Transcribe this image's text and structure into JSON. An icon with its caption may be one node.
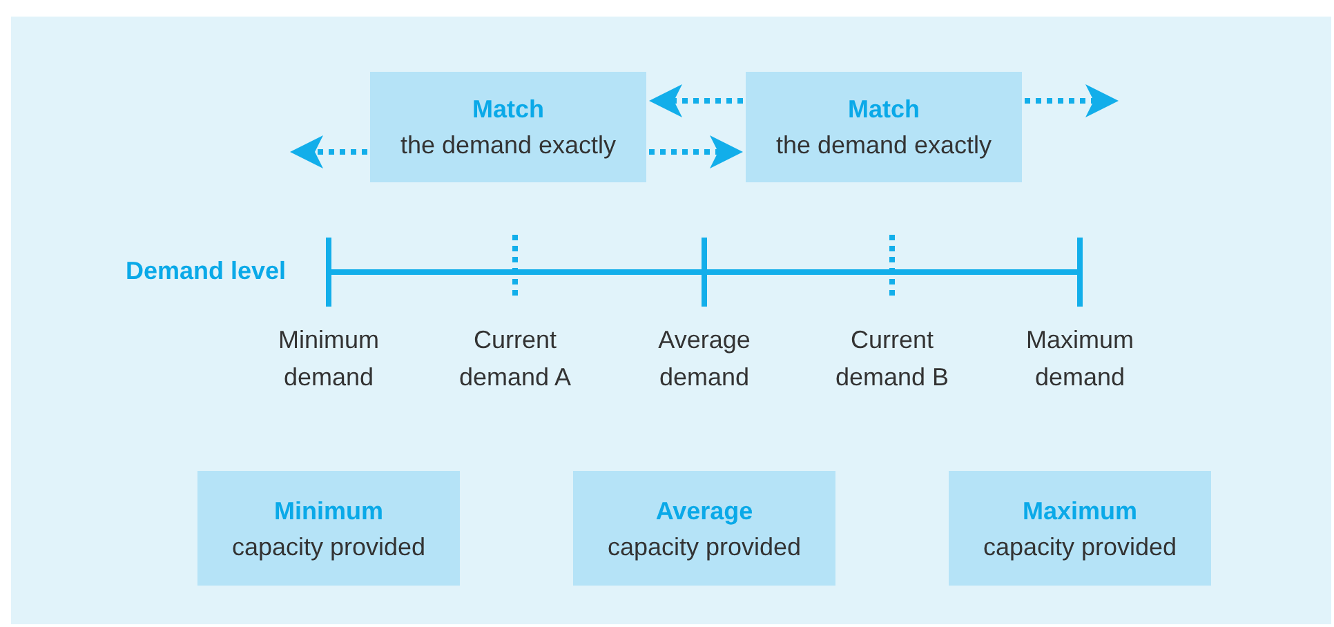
{
  "diagram": {
    "nodes": [
      {
        "text": [
          "Match",
          "the demand exactly"
        ]
      },
      {
        "text": [
          "Match",
          "the demand exactly"
        ]
      },
      {
        "text": [
          "Minimum",
          "capacity provided"
        ]
      },
      {
        "text": [
          "Average",
          "capacity provided"
        ]
      },
      {
        "text": [
          "Maximum",
          "capacity provided"
        ]
      }
    ],
    "edges": [
      {
        "from": 1,
        "to": 0,
        "arrow": "to",
        "style": "dashed"
      },
      {
        "from": 1,
        "to": null,
        "arrow": "to",
        "style": "dashed"
      },
      {
        "from": 0,
        "to": null,
        "arrow": "to",
        "style": "dashed"
      },
      {
        "from": 0,
        "to": 1,
        "arrow": "to",
        "style": "dashed"
      }
    ],
    "labels": [
      "Demand level",
      "Minimum demand",
      "Current demand A",
      "Average demand",
      "Current demand B",
      "Maximum demand"
    ]
  }
}
